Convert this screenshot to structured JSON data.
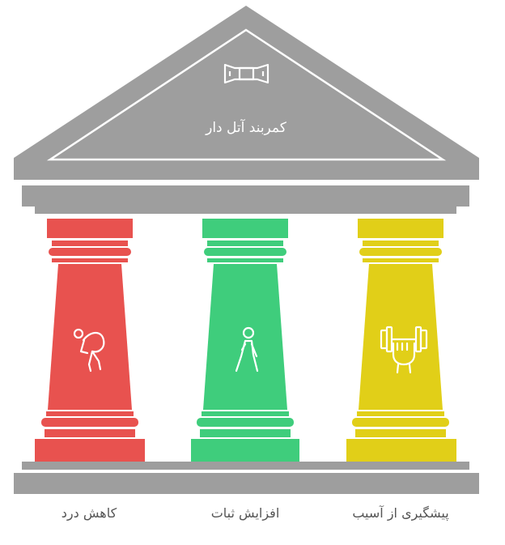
{
  "title": "کمربند آتل دار",
  "pillars": [
    {
      "label": "کاهش درد",
      "color": "#e8524f",
      "icon": "stretching-person-icon"
    },
    {
      "label": "افزایش ثبات",
      "color": "#3fcd7c",
      "icon": "walking-person-icon"
    },
    {
      "label": "پیشگیری از آسیب",
      "color": "#e1cf18",
      "icon": "hand-dumbbell-icon"
    }
  ],
  "colors": {
    "roof": "#9e9e9e",
    "roof_outline": "#ffffff",
    "base": "#9e9e9e"
  }
}
